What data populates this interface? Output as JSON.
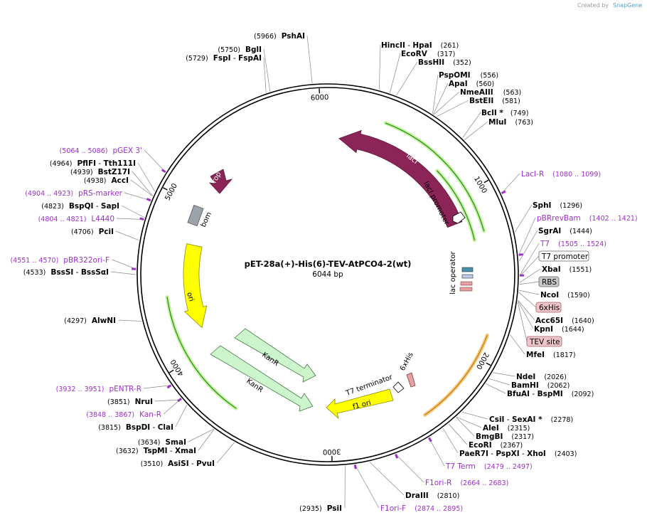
{
  "credit": {
    "prefix": "Created by",
    "brand": "SnapGene"
  },
  "plasmid": {
    "name": "pET-28a(+)-His(6)-TEV-AtPCO4-2(wt)",
    "length_label": "6044 bp",
    "length": 6044
  },
  "ticks": [
    {
      "pos": 1000,
      "label": "1000"
    },
    {
      "pos": 2000,
      "label": "2000"
    },
    {
      "pos": 3000,
      "label": "3000"
    },
    {
      "pos": 4000,
      "label": "4000"
    },
    {
      "pos": 5000,
      "label": "5000"
    },
    {
      "pos": 6000,
      "label": "6000"
    }
  ],
  "features": [
    {
      "name": "lacI",
      "kind": "arrow",
      "color": "#8b2558",
      "text": "white"
    },
    {
      "name": "lacI promoter",
      "kind": "promoter"
    },
    {
      "name": "rop",
      "kind": "arrow",
      "color": "#8b2558",
      "text": "white"
    },
    {
      "name": "bom",
      "kind": "box",
      "color": "#9ca3ab"
    },
    {
      "name": "ori",
      "kind": "arrow",
      "color": "#ffff00"
    },
    {
      "name": "KanR",
      "kind": "arrow",
      "color": "#ccf5cc"
    },
    {
      "name": "KanR",
      "kind": "arrow",
      "color": "#ccf5cc"
    },
    {
      "name": "f1 ori",
      "kind": "arrow",
      "color": "#ffff00"
    },
    {
      "name": "T7 terminator",
      "kind": "terminator"
    },
    {
      "name": "6xHis",
      "kind": "tag",
      "color": "#e6a0a0"
    },
    {
      "name": "lac operator",
      "kind": "box",
      "color": "#4a8fa8"
    }
  ],
  "site_labels_right": [
    {
      "name": "HincII",
      "sep": " - ",
      "name2": "HpaI",
      "num": "(261)"
    },
    {
      "name": "EcoRV",
      "num": "(317)"
    },
    {
      "name": "BssHII",
      "num": "(352)"
    },
    {
      "name": "PspOMI",
      "num": "(556)"
    },
    {
      "name": "ApaI",
      "num": "(560)"
    },
    {
      "name": "NmeAIII",
      "num": "(563)"
    },
    {
      "name": "BstEII",
      "num": "(581)"
    },
    {
      "name": "BclI *",
      "num": "(749)"
    },
    {
      "name": "MluI",
      "num": "(763)"
    },
    {
      "name": "SphI",
      "num": "(1296)"
    },
    {
      "name": "SgrAI",
      "num": "(1444)"
    },
    {
      "name": "XbaI",
      "num": "(1551)"
    },
    {
      "name": "NcoI",
      "num": "(1590)"
    },
    {
      "name": "Acc65I",
      "num": "(1640)"
    },
    {
      "name": "KpnI",
      "num": "(1644)"
    },
    {
      "name": "MfeI",
      "num": "(1817)"
    },
    {
      "name": "NdeI",
      "num": "(2026)"
    },
    {
      "name": "BamHI",
      "num": "(2062)"
    },
    {
      "name": "BfuAI",
      "sep": " - ",
      "name2": "BspMI",
      "num": "(2092)"
    },
    {
      "name": "CsiI",
      "sep": " - ",
      "name2": "SexAI *",
      "num": "(2278)"
    },
    {
      "name": "AleI",
      "num": "(2315)"
    },
    {
      "name": "BmgBI",
      "num": "(2317)"
    },
    {
      "name": "EcoRI",
      "num": "(2367)"
    },
    {
      "name": "PaeR7I",
      "sep": " - ",
      "name2": "PspXI",
      "sep2": " - ",
      "name3": "XhoI",
      "num": "(2403)"
    },
    {
      "name": "DraIII",
      "num": "(2810)"
    }
  ],
  "site_labels_left": [
    {
      "num": "(5966)",
      "name": "PshAI"
    },
    {
      "num": "(5750)",
      "name": "BglI"
    },
    {
      "num": "(5729)",
      "name": "FspI",
      "sep": " - ",
      "name2": "FspAI"
    },
    {
      "num": "(4964)",
      "name": "PflFI",
      "sep": " - ",
      "name2": "Tth111I"
    },
    {
      "num": "(4939)",
      "name": "BstZ17I"
    },
    {
      "num": "(4938)",
      "name": "AccI"
    },
    {
      "num": "(4823)",
      "name": "BspQI",
      "sep": " - ",
      "name2": "SapI"
    },
    {
      "num": "(4706)",
      "name": "PciI"
    },
    {
      "num": "(4533)",
      "name": "BssSI",
      "sep": " - ",
      "name2": "BssSαI"
    },
    {
      "num": "(4297)",
      "name": "AlwNI"
    },
    {
      "num": "(3851)",
      "name": "NruI"
    },
    {
      "num": "(3815)",
      "name": "BspDI",
      "sep": " - ",
      "name2": "ClaI"
    },
    {
      "num": "(3634)",
      "name": "SmaI"
    },
    {
      "num": "(3632)",
      "name": "TspMI",
      "sep": " - ",
      "name2": "XmaI"
    },
    {
      "num": "(3510)",
      "name": "AsiSI",
      "sep": " - ",
      "name2": "PvuI"
    },
    {
      "num": "(2935)",
      "name": "PsiI"
    }
  ],
  "primers": [
    {
      "name": "LacI-R",
      "range": "(1080 .. 1099)"
    },
    {
      "name": "pBRrevBam",
      "range": "(1402 .. 1421)"
    },
    {
      "name": "T7",
      "range": "(1505 .. 1524)"
    },
    {
      "name": "T7 Term",
      "range": "(2479 .. 2497)"
    },
    {
      "name": "F1ori-R",
      "range": "(2664 .. 2683)"
    },
    {
      "name": "F1ori-F",
      "range": "(2874 .. 2895)"
    },
    {
      "name": "pENTR-R",
      "range": "(3932 .. 3951)"
    },
    {
      "name": "Kan-R",
      "range": "(3848 .. 3867)"
    },
    {
      "name": "pBR322ori-F",
      "range": "(4551 .. 4570)"
    },
    {
      "name": "L4440",
      "range": "(4804 .. 4821)"
    },
    {
      "name": "pRS-marker",
      "range": "(4904 .. 4923)"
    },
    {
      "name": "pGEX 3'",
      "range": "(5064 .. 5086)"
    }
  ],
  "boxed_labels": [
    {
      "name": "T7 promoter",
      "style": "white"
    },
    {
      "name": "RBS",
      "style": "gray"
    },
    {
      "name": "6xHis",
      "style": "pink"
    },
    {
      "name": "TEV site",
      "style": "pink"
    }
  ],
  "colors": {
    "backbone": "#000000",
    "primer": "#9b30c8",
    "lacI": "#8b2558",
    "kanR": "#ccf5cc",
    "ori": "#ffff00",
    "bom": "#9ca3ab",
    "insert_highlight": "#f5c87a",
    "gene_highlight": "#b8f08a"
  }
}
